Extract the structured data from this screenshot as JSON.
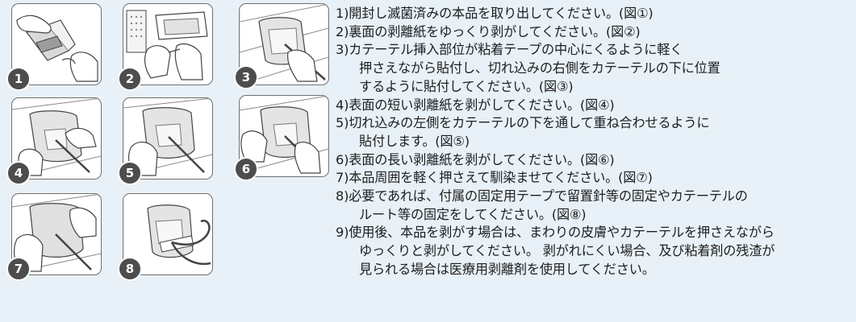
{
  "panels": [
    {
      "number": "1"
    },
    {
      "number": "2"
    },
    {
      "number": "3"
    },
    {
      "number": "4"
    },
    {
      "number": "5"
    },
    {
      "number": "6"
    },
    {
      "number": "7"
    },
    {
      "number": "8"
    }
  ],
  "steps": [
    [
      "1)開封し滅菌済みの本品を取り出してください。(図①)"
    ],
    [
      "2)裏面の剥離紙をゆっくり剥がしてください。(図②)"
    ],
    [
      "3)カテーテル挿入部位が粘着テープの中心にくるように軽く",
      "押さえながら貼付し、切れ込みの右側をカテーテルの下に位置",
      "するように貼付してください。(図③)"
    ],
    [
      "4)表面の短い剥離紙を剥がしてください。(図④)"
    ],
    [
      "5)切れ込みの左側をカテーテルの下を通して重ね合わせるように",
      "貼付します。(図⑤)"
    ],
    [
      "6)表面の長い剥離紙を剥がしてください。(図⑥)"
    ],
    [
      "7)本品周囲を軽く押さえて馴染ませてください。(図⑦)"
    ],
    [
      "8)必要であれば、付属の固定用テープで留置針等の固定やカテーテルの",
      "ルート等の固定をしてください。(図⑧)"
    ],
    [
      "9)使用後、本品を剥がす場合は、まわりの皮膚やカテーテルを押さえながら",
      "ゆっくりと剥がしてください。 剥がれにくい場合、及び粘着剤の残渣が",
      "見られる場合は医療用剥離剤を使用してください。"
    ]
  ],
  "colors": {
    "background": "#e8f1f8",
    "badge": "#4d4d4d",
    "frame": "#6f6f6f",
    "text": "#1e1e1e"
  }
}
